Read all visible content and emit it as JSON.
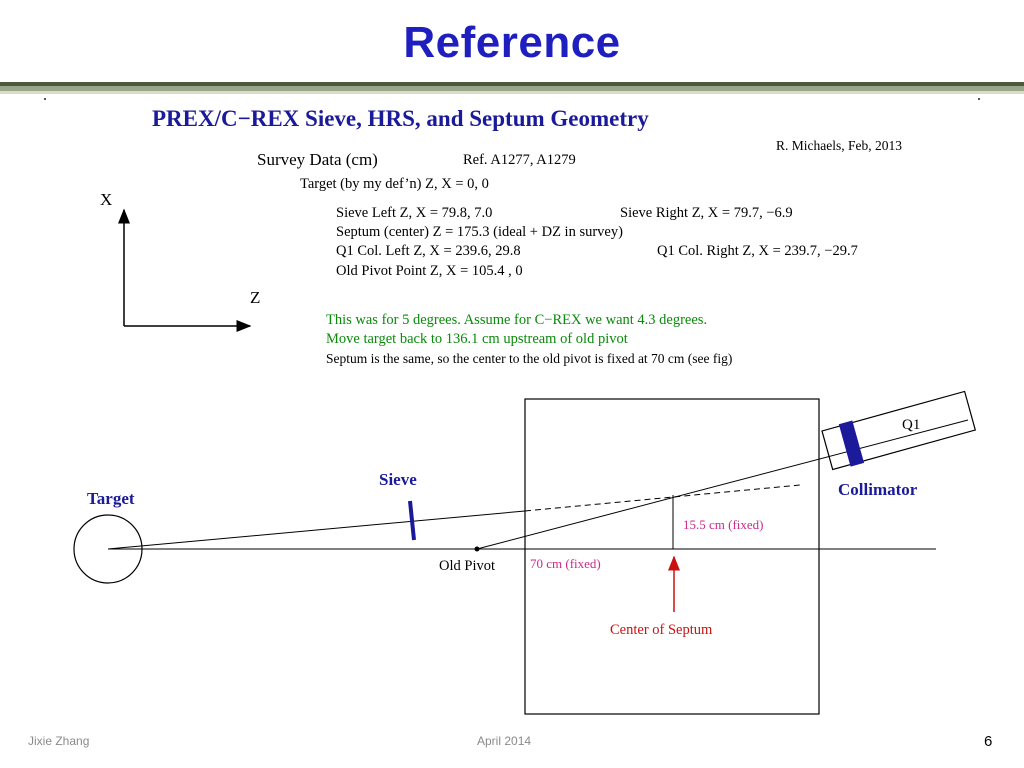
{
  "slide": {
    "title": "Reference",
    "footer_author": "Jixie Zhang",
    "footer_date": "April 2014",
    "page_number": "6"
  },
  "figure": {
    "title": "PREX/C−REX  Sieve, HRS, and Septum  Geometry",
    "credit": "R. Michaels, Feb, 2013",
    "survey_header": "Survey Data  (cm)",
    "survey_ref": "Ref. A1277, A1279",
    "target_line": "Target (by my def’n)     Z, X = 0,  0",
    "axes": {
      "x_label": "X",
      "z_label": "Z"
    },
    "survey_rows": [
      {
        "left": "Sieve  Left     Z, X = 79.8, 7.0",
        "right": "Sieve  Right     Z, X = 79.7, −6.9"
      },
      {
        "left": "Septum (center)  Z = 175.3   (ideal + DZ in survey)",
        "right": ""
      },
      {
        "left": "Q1 Col. Left        Z, X = 239.6,  29.8",
        "right": "Q1 Col. Right        Z, X = 239.7, −29.7"
      },
      {
        "left": "Old Pivot Point       Z, X = 105.4 ,  0",
        "right": ""
      }
    ],
    "notes": [
      "This was for 5 degrees.  Assume for C−REX we want 4.3 degrees.",
      "Move target back to 136.1 cm upstream of old pivot",
      "Septum is the same, so the center to the old pivot is fixed at 70 cm (see fig)"
    ],
    "labels": {
      "target": "Target",
      "sieve": "Sieve",
      "collimator": "Collimator",
      "q1": "Q1",
      "old_pivot": "Old Pivot",
      "pivot_distance": "70 cm (fixed)",
      "septum_offset": "15.5 cm (fixed)",
      "septum_center": "Center of  Septum"
    },
    "colors": {
      "title_blue": "#1f1fbf",
      "label_blue": "#1a1a9a",
      "note_green": "#0a8a0a",
      "dimension_magenta": "#cc2a8a",
      "arrow_red": "#cc1010"
    }
  }
}
